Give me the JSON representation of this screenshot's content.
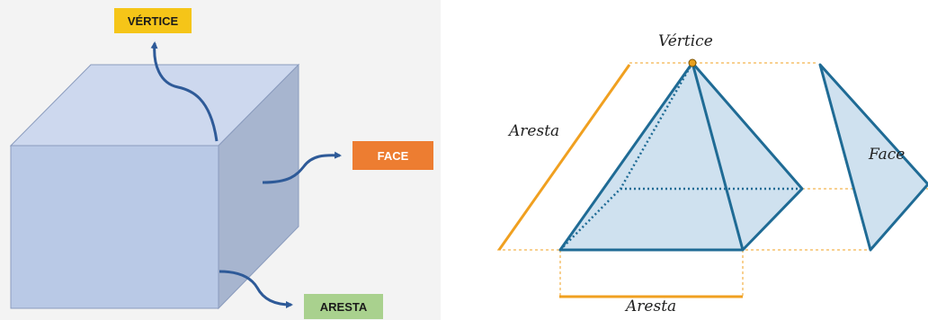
{
  "left_diagram": {
    "labels": {
      "vertex": "VÉRTICE",
      "face": "FACE",
      "edge": "ARESTA"
    },
    "colors": {
      "cube_front": "#b9c9e6",
      "cube_top": "#cdd8ee",
      "cube_side": "#a7b5cf",
      "cube_edge": "#8a9bbd",
      "arrow": "#2e5a98",
      "vertex_tag": "#f5c518",
      "face_tag": "#ed7d31",
      "edge_tag": "#a9d18e"
    }
  },
  "right_diagram": {
    "labels": {
      "vertex": "Vértice",
      "edge_left": "Aresta",
      "face": "Face",
      "edge_bottom": "Aresta"
    },
    "colors": {
      "pyramid_fill": "#cfe1ef",
      "pyramid_edge": "#1f6b95",
      "guide_line": "#f0a020",
      "apex_dot": "#e8a020"
    }
  }
}
